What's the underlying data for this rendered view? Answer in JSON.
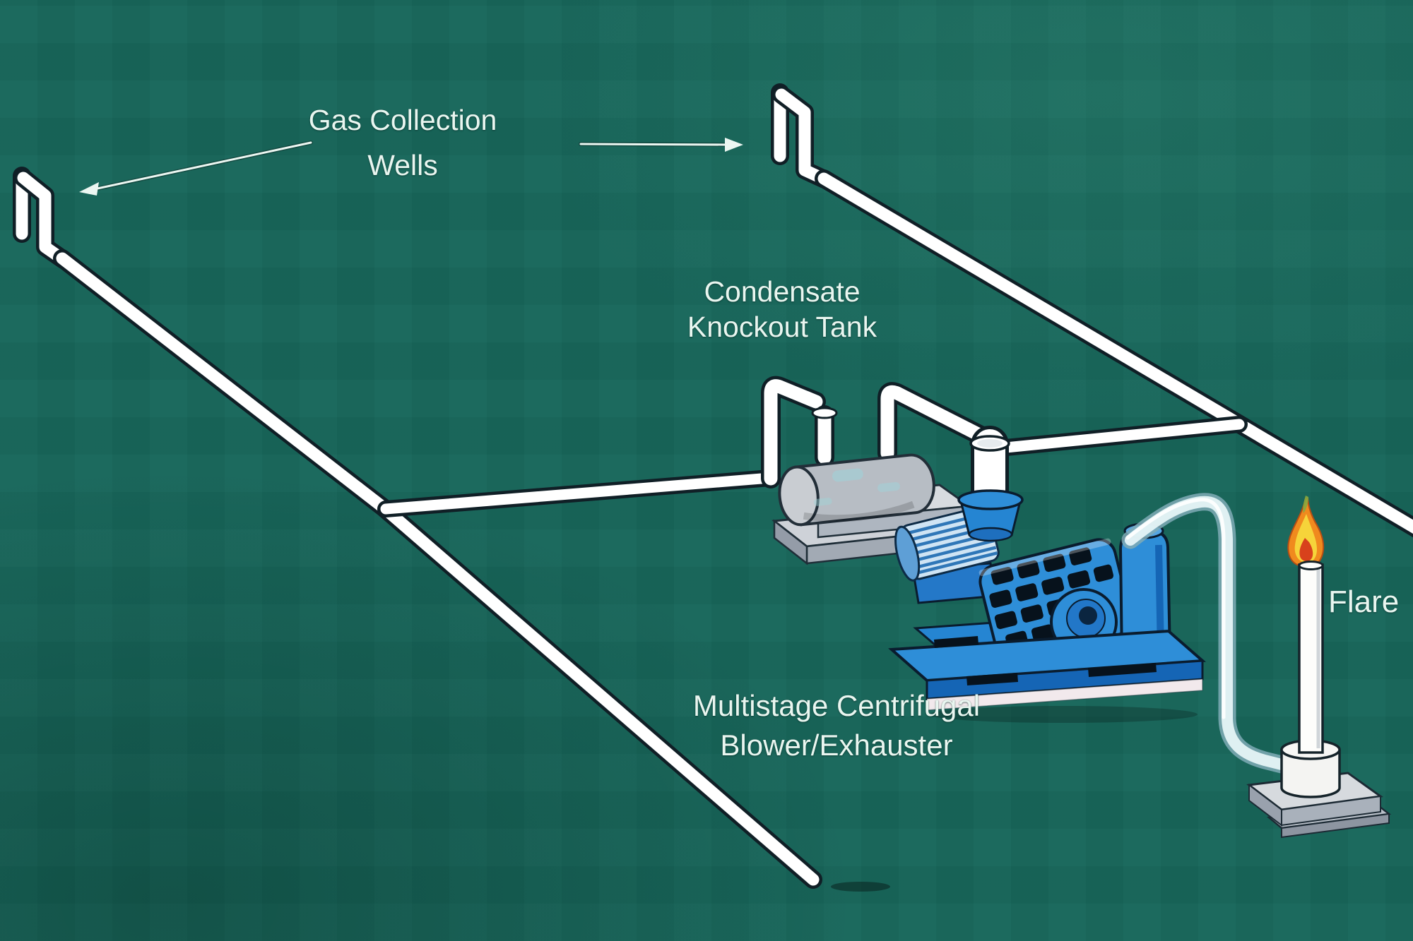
{
  "labels": {
    "wells": {
      "line1": "Gas Collection",
      "line2": "Wells"
    },
    "tank": {
      "line1": "Condensate",
      "line2": "Knockout Tank"
    },
    "blower": {
      "line1": "Multistage Centrifugal",
      "line2": "Blower/Exhauster"
    },
    "flare": {
      "text": "Flare"
    }
  },
  "colors": {
    "background": "#17665a",
    "pipe_fill": "#ffffff",
    "pipe_outline": "#101f26",
    "arrow": "#ecf7f2",
    "label_text": "#e9f6f0",
    "tank_body": "#b7bdc4",
    "tank_end": "#c9cdd2",
    "base_pad": "#d6dade",
    "base_pad_side": "#a2aab4",
    "blower_blue": "#2e8ed8",
    "blower_dark_blue": "#1565b5",
    "blower_outline": "#0a1c2e",
    "motor_light_blue": "#cfe4f4",
    "slot_black": "#07121c",
    "skid_trim": "#f2e9ec",
    "clear_pipe": "#e8f6f8",
    "flame_outer": "#f08a1e",
    "flame_mid": "#f6d43a",
    "flame_core": "#d8411c",
    "flame_tip": "#86a83e"
  }
}
